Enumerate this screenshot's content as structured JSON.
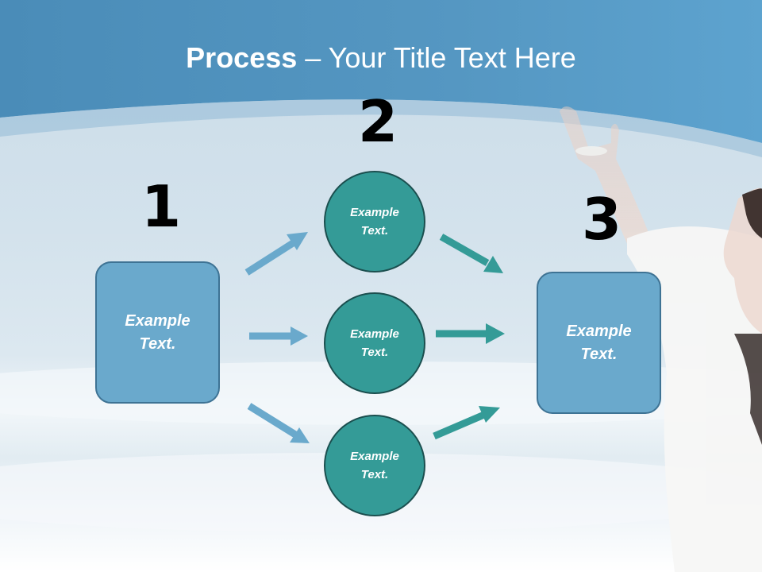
{
  "title": {
    "bold": "Process",
    "rest": " – Your Title Text Here"
  },
  "steps": [
    "1",
    "2",
    "3"
  ],
  "box_left": {
    "text": "Example\nText."
  },
  "box_right": {
    "text": "Example\nText."
  },
  "circles": [
    {
      "text": "Example\nText."
    },
    {
      "text": "Example\nText."
    },
    {
      "text": "Example\nText."
    }
  ],
  "colors": {
    "header_blue": "#4f93bd",
    "box_fill": "#6aa9cc",
    "circle_fill": "#349b97",
    "arrow_blue": "#6aa9cc",
    "arrow_teal": "#349b97"
  }
}
